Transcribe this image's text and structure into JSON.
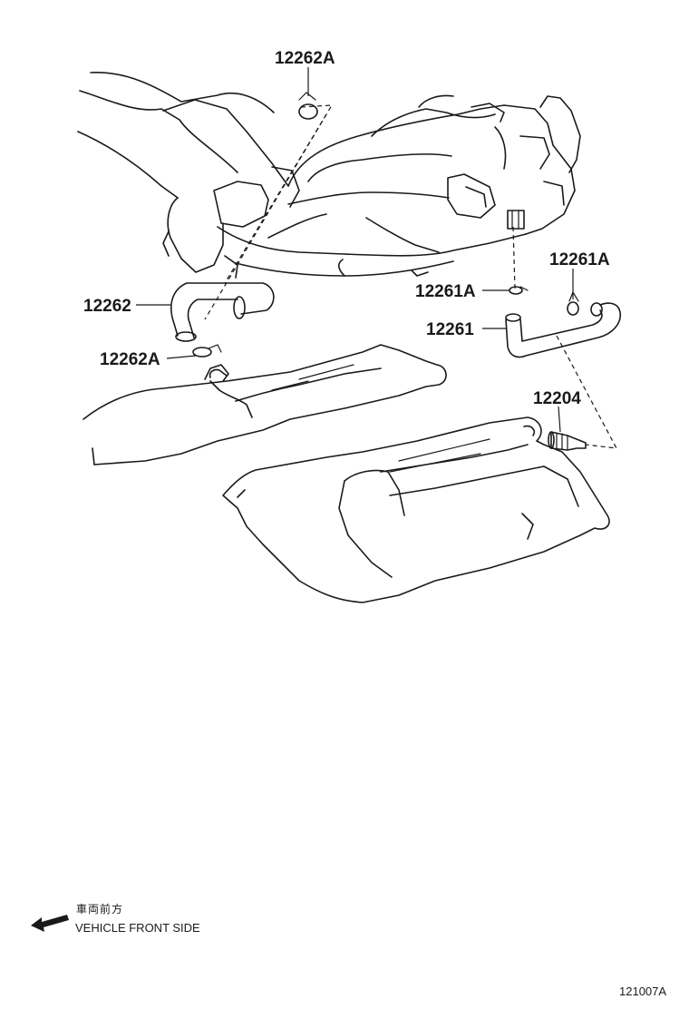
{
  "parts": [
    {
      "id": "label-12262A-top",
      "text": "12262A"
    },
    {
      "id": "label-12261A-right",
      "text": "12261A"
    },
    {
      "id": "label-12262",
      "text": "12262"
    },
    {
      "id": "label-12261A-center",
      "text": "12261A"
    },
    {
      "id": "label-12261",
      "text": "12261"
    },
    {
      "id": "label-12262A-left",
      "text": "12262A"
    },
    {
      "id": "label-12204",
      "text": "12204"
    }
  ],
  "direction_indicator": {
    "japanese": "車両前方",
    "english": "VEHICLE FRONT SIDE",
    "icon": "arrow-left-icon"
  },
  "diagram_code": "121007A"
}
